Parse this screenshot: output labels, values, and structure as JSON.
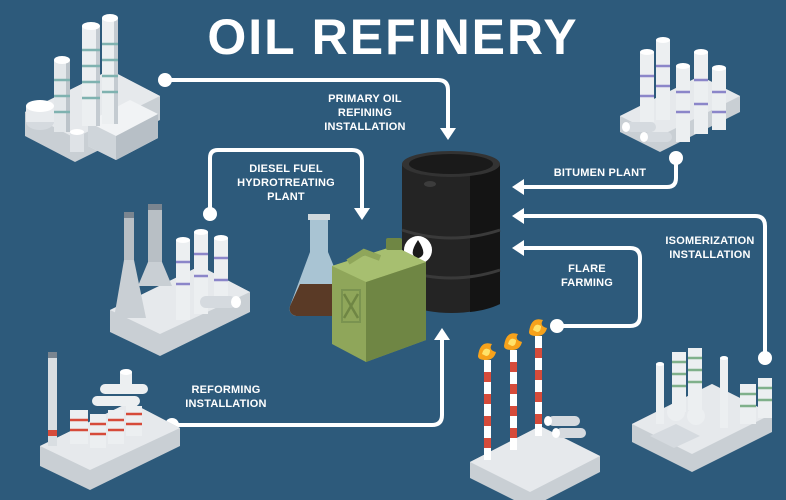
{
  "title": "OIL REFINERY",
  "labels": {
    "primary": [
      "PRIMARY OIL",
      "REFINING INSTALLATION"
    ],
    "diesel": [
      "DIESEL FUEL",
      "HYDROTREATING PLANT"
    ],
    "bitumen": "BITUMEN PLANT",
    "isomerization": [
      "ISOMERIZATION",
      "INSTALLATION"
    ],
    "flare": "FLARE FARMING",
    "reforming": [
      "REFORMING",
      "INSTALLATION"
    ]
  },
  "colors": {
    "background": "#2d5a7b",
    "connector": "#ffffff",
    "barrel": "#1f1f1f",
    "canister": "#8fa65a",
    "flame": "#f7a21b"
  }
}
